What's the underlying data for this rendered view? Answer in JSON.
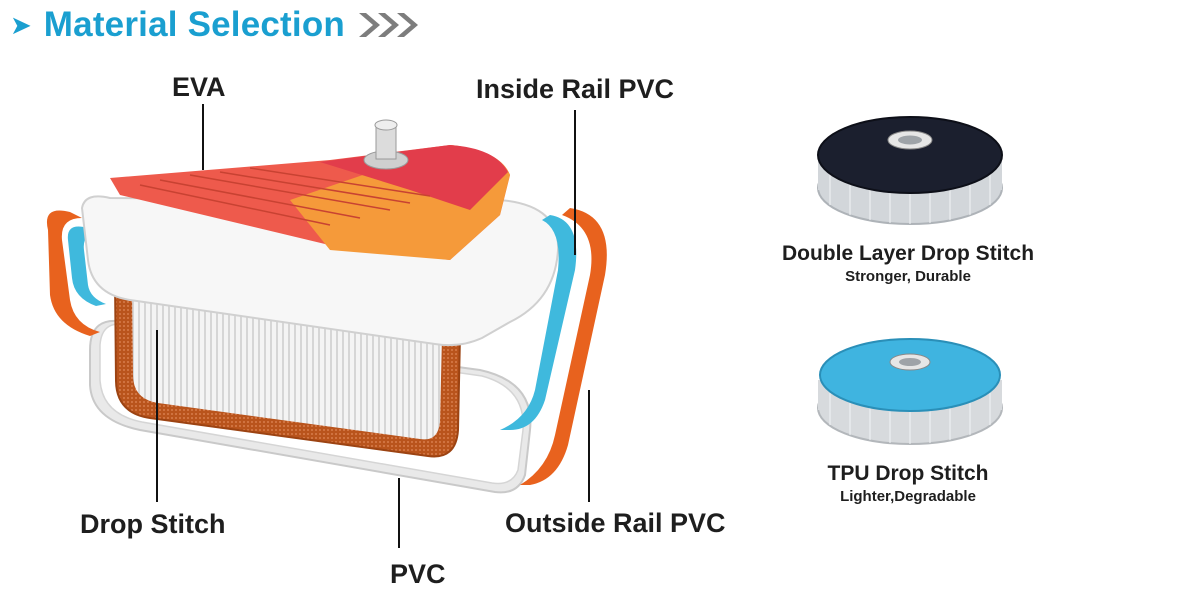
{
  "header": {
    "title": "Material Selection",
    "bullet_icon": "triangle-right-icon",
    "chevrons_icon": "triple-chevron-icon",
    "accent": "#1a9fd0"
  },
  "diagram": {
    "labels": {
      "eva": "EVA",
      "inside_rail": "Inside Rail PVC",
      "drop_stitch": "Drop Stitch",
      "pvc": "PVC",
      "outside_rail": "Outside Rail PVC"
    }
  },
  "samples": [
    {
      "title": "Double Layer Drop Stitch",
      "subtitle": "Stronger, Durable",
      "top_color": "#1b1f2e"
    },
    {
      "title": "TPU Drop Stitch",
      "subtitle": "Lighter,Degradable",
      "top_color": "#3fb4e0"
    }
  ]
}
